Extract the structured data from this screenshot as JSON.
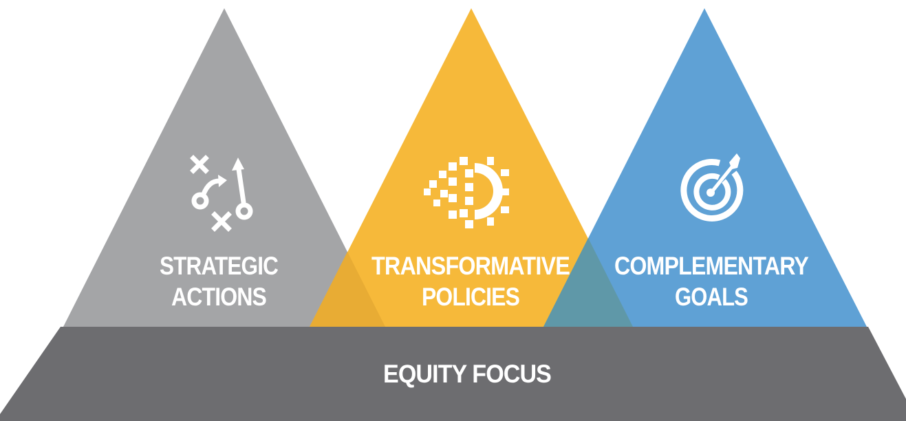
{
  "colors": {
    "background": "#ffffff",
    "gray_triangle": "#a4a5a7",
    "yellow_triangle": "#f6b93a",
    "blue_triangle": "#5fa1d5",
    "overlap_gray_yellow": "#e8ac34",
    "overlap_yellow_blue": "#5f98a8",
    "base_band": "#6d6d70",
    "text": "#ffffff"
  },
  "pillars": [
    {
      "id": "strategic",
      "line1": "STRATEGIC",
      "line2": "ACTIONS",
      "icon": "playbook-icon"
    },
    {
      "id": "transformative",
      "line1": "TRANSFORMATIVE",
      "line2": "POLICIES",
      "icon": "digital-gear-icon"
    },
    {
      "id": "complementary",
      "line1": "COMPLEMENTARY",
      "line2": "GOALS",
      "icon": "target-icon"
    }
  ],
  "base": {
    "label": "EQUITY FOCUS"
  }
}
